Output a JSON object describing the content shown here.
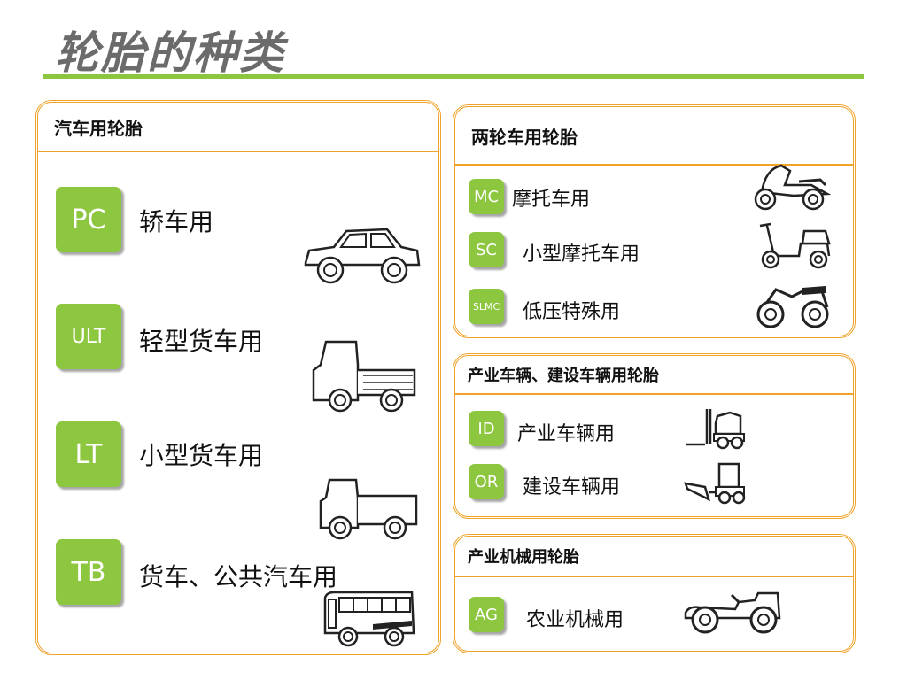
{
  "title": "轮胎的种类",
  "car_panel": {
    "heading": "汽车用轮胎",
    "items": [
      {
        "badge": "PC",
        "label": "轿车用",
        "icon": "sedan-car-icon"
      },
      {
        "badge": "ULT",
        "label": "轻型货车用",
        "icon": "pickup-truck-icon"
      },
      {
        "badge": "LT",
        "label": "小型货车用",
        "icon": "small-truck-icon"
      },
      {
        "badge": "TB",
        "label": "货车、公共汽车用",
        "icon": "bus-icon"
      }
    ]
  },
  "two_wheel_panel": {
    "heading": "两轮车用轮胎",
    "items": [
      {
        "badge": "MC",
        "label": "摩托车用",
        "icon": "motorcycle-icon"
      },
      {
        "badge": "SC",
        "label": "小型摩托车用",
        "icon": "scooter-icon"
      },
      {
        "badge": "SLMC",
        "label": "低压特殊用",
        "icon": "atv-icon"
      }
    ]
  },
  "industrial_panel": {
    "heading": "产业车辆、建设车辆用轮胎",
    "items": [
      {
        "badge": "ID",
        "label": "产业车辆用",
        "icon": "forklift-icon"
      },
      {
        "badge": "OR",
        "label": "建设车辆用",
        "icon": "loader-icon"
      }
    ]
  },
  "agri_panel": {
    "heading": "产业机械用轮胎",
    "items": [
      {
        "badge": "AG",
        "label": "农业机械用",
        "icon": "tractor-icon"
      }
    ]
  },
  "colors": {
    "accent_green": "#8dc63f",
    "panel_border": "#f0a32b",
    "rule_green": "#8cc63f"
  }
}
